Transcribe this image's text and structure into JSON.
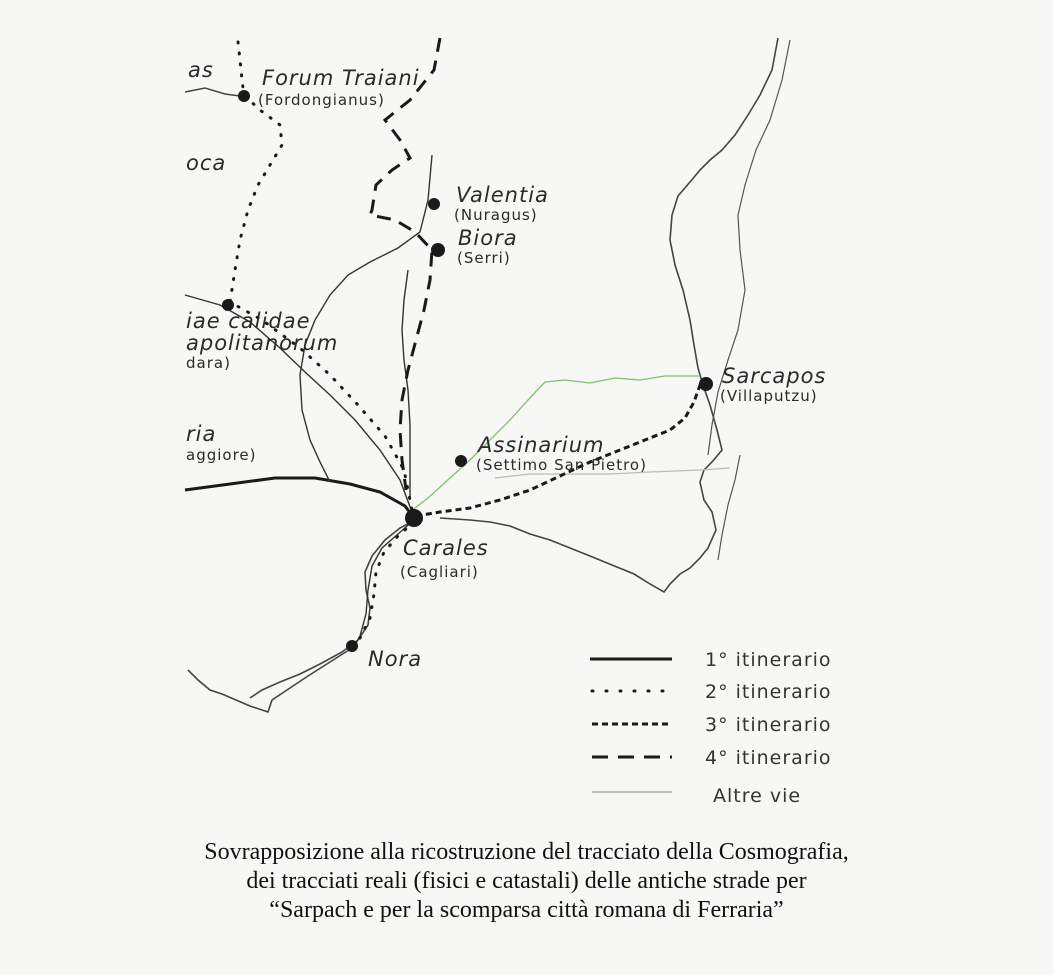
{
  "places": [
    {
      "id": "forum-traiani",
      "name": "Forum Traiani",
      "modern": "(Fordongianus)"
    },
    {
      "id": "valentia",
      "name": "Valentia",
      "modern": "(Nuragus)"
    },
    {
      "id": "biora",
      "name": "Biora",
      "modern": "(Serri)"
    },
    {
      "id": "sarcapos",
      "name": "Sarcapos",
      "modern": "(Villaputzu)"
    },
    {
      "id": "assinarium",
      "name": "Assinarium",
      "modern": "(Settimo San Pietro)"
    },
    {
      "id": "carales",
      "name": "Carales",
      "modern": "(Cagliari)"
    },
    {
      "id": "nora",
      "name": "Nora",
      "modern": ""
    }
  ],
  "partial_labels": {
    "as": "as",
    "oca": "oca",
    "aquae_1": "iae calidae",
    "aquae_2": "apolitanorum",
    "aquae_3": "dara)",
    "ria_1": "ria",
    "ria_2": "aggiore)"
  },
  "legend": [
    {
      "id": "1",
      "label": "1° itinerario",
      "style": "solid"
    },
    {
      "id": "2",
      "label": "2° itinerario",
      "style": "dotted"
    },
    {
      "id": "3",
      "label": "3° itinerario",
      "style": "short-dash"
    },
    {
      "id": "4",
      "label": "4° itinerario",
      "style": "long-dash"
    },
    {
      "id": "altre",
      "label": "Altre vie",
      "style": "thin"
    }
  ],
  "colors": {
    "route": "#1a1a1a",
    "altre_vie": "#7cc46a",
    "coast": "#444444"
  },
  "caption": [
    "Sovrapposizione alla ricostruzione del tracciato della Cosmografia,",
    "dei tracciati reali (fisici e catastali) delle antiche strade per",
    "“Sarpach e per la scomparsa città romana di Ferraria”"
  ]
}
